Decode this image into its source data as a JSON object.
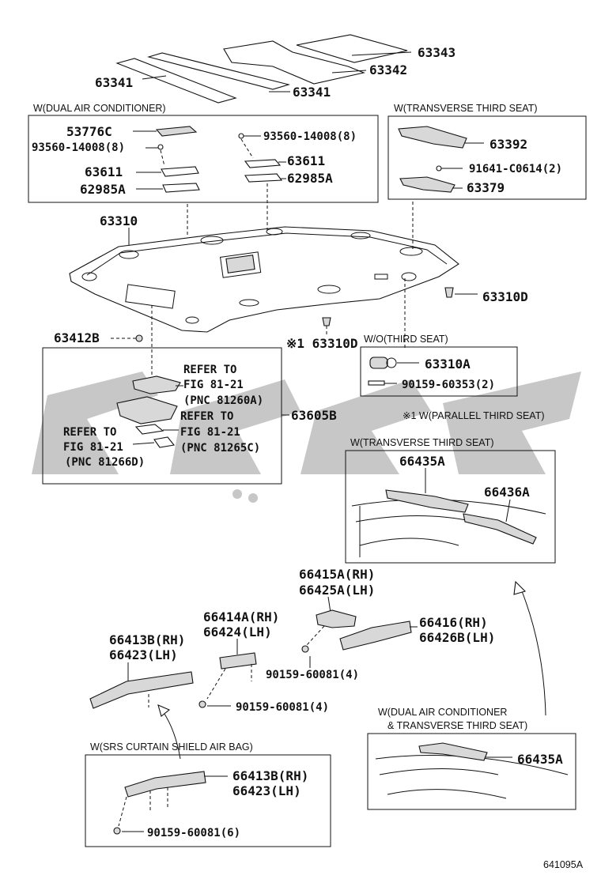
{
  "labels": {
    "p63343": "63343",
    "p63342": "63342",
    "p63341a": "63341",
    "p63341b": "63341",
    "cap_dual_air": "W(DUAL AIR CONDITIONER)",
    "p53776C": "53776C",
    "p93560_left": "93560-14008(8)",
    "p93560_right": "93560-14008(8)",
    "p63611_left": "63611",
    "p63611_right": "63611",
    "p62985A_left": "62985A",
    "p62985A_right": "62985A",
    "cap_transverse_top": "W(TRANSVERSE THIRD SEAT)",
    "p63392": "63392",
    "p91641": "91641-C0614(2)",
    "p63379": "63379",
    "p63310": "63310",
    "p63310D": "63310D",
    "p63310D_note": "※1 63310D",
    "p63412B": "63412B",
    "cap_wo_third": "W/O(THIRD SEAT)",
    "p63310A": "63310A",
    "p90159_60353": "90159-60353(2)",
    "p63605B": "63605B",
    "ref_a1": "REFER TO",
    "ref_a2": "FIG 81-21",
    "ref_a3": "(PNC 81260A)",
    "ref_b1": "REFER TO",
    "ref_b2": "FIG 81-21",
    "ref_b3": "(PNC 81265C)",
    "ref_c1": "REFER TO",
    "ref_c2": "FIG 81-21",
    "ref_c3": "(PNC 81266D)",
    "cap_parallel": "※1 W(PARALLEL THIRD SEAT)",
    "cap_transverse_mid": "W(TRANSVERSE THIRD SEAT)",
    "p66435A_mid": "66435A",
    "p66436A": "66436A",
    "p66415A": "66415A(RH)",
    "p66425A": "66425A(LH)",
    "p66414A": "66414A(RH)",
    "p66424": "66424(LH)",
    "p66416": "66416(RH)",
    "p66426B": "66426B(LH)",
    "p66413B_top": "66413B(RH)",
    "p66423_top": "66423(LH)",
    "p90159_60081_a": "90159-60081(4)",
    "p90159_60081_b": "90159-60081(4)",
    "cap_dual_trans_1": "W(DUAL AIR CONDITIONER",
    "cap_dual_trans_2": "& TRANSVERSE THIRD SEAT)",
    "p66435A_bot": "66435A",
    "cap_srs": "W(SRS CURTAIN SHIELD AIR BAG)",
    "p66413B_bot": "66413B(RH)",
    "p66423_bot": "66423(LH)",
    "p90159_60081_c": "90159-60081(6)",
    "figure_id": "641095A"
  }
}
